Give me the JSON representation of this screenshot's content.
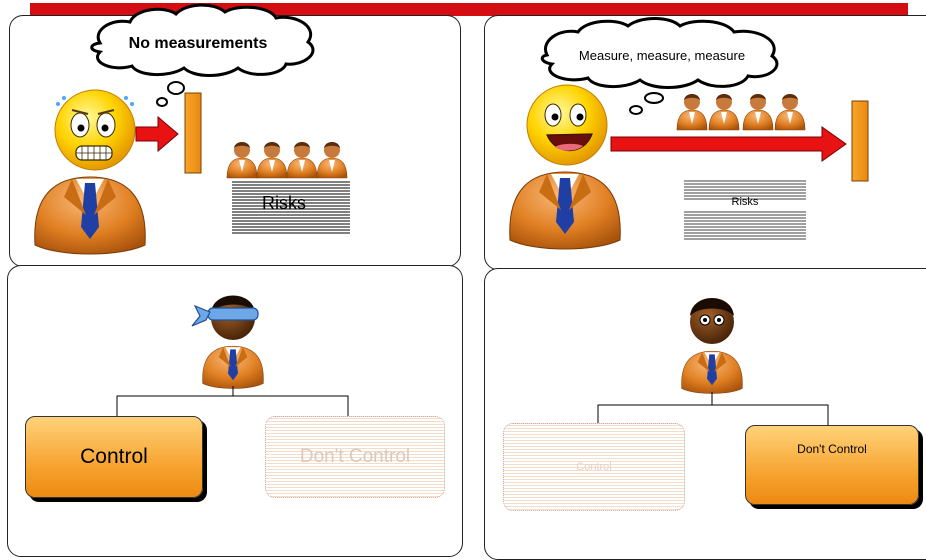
{
  "clouds": {
    "no_measurements": "No measurements",
    "measure": "Measure, measure, measure"
  },
  "risks": {
    "label_left": "Risks",
    "label_right": "Risks"
  },
  "boxes": {
    "control": "Control",
    "dont_control_faded": "Don't Control",
    "control_faded": "Control",
    "dont_control": "Don't Control"
  },
  "colors": {
    "accent_red": "#d40d12",
    "orange": "#f7a431",
    "arrow_red": "#e81212"
  }
}
